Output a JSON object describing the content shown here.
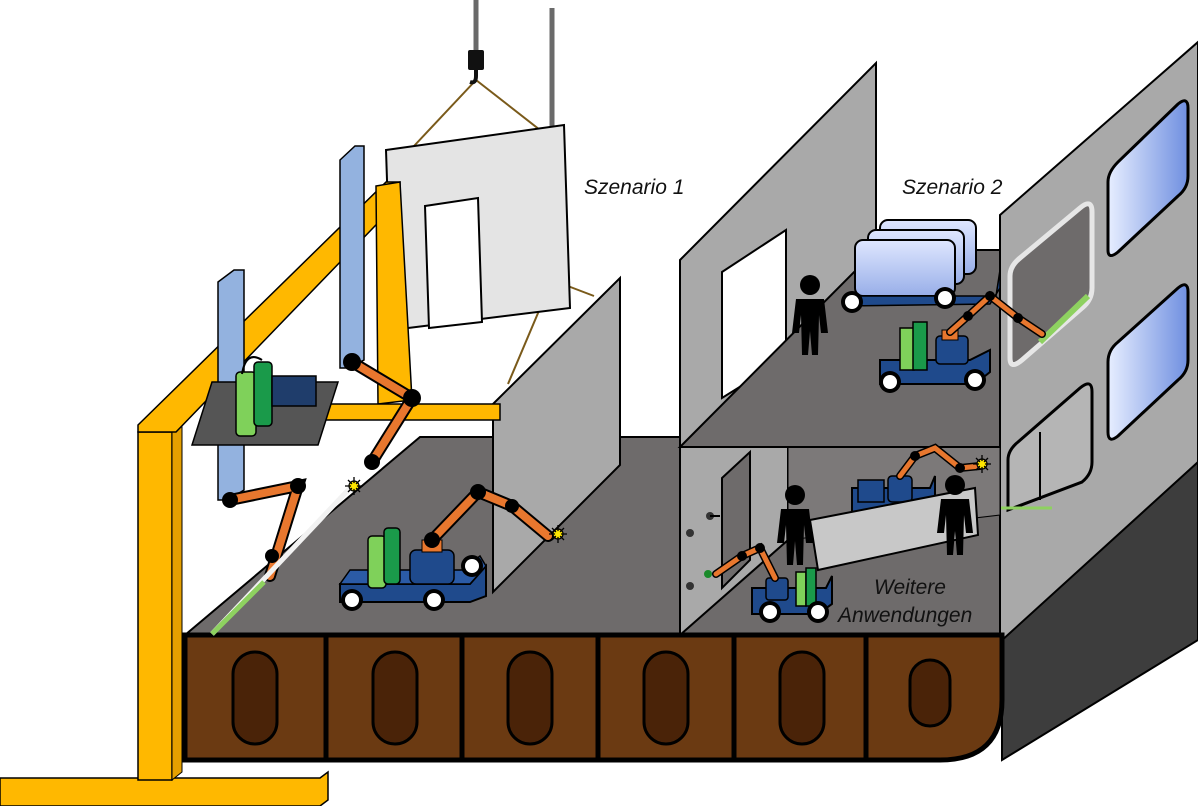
{
  "labels": {
    "scenario1": "Szenario 1",
    "scenario2": "Szenario 2",
    "further_line1": "Weitere",
    "further_line2": "Anwendungen"
  },
  "colors": {
    "gantry": "#FFB800",
    "hull": "#6B3A12",
    "porthole": "#4A2308",
    "deck": "#6E6B6B",
    "hull_side": "#3D3D3D",
    "wall": "#A8A8A8",
    "robot_arm": "#E8772E",
    "robot_base": "#1F4A8C",
    "battery": "#7FD15A",
    "pillar": "#93B2DF",
    "window": "#8AA6E8"
  },
  "icons": [
    "crane-hook-icon",
    "person-icon",
    "welding-spark-icon",
    "robot-arm-icon",
    "mobile-robot-icon",
    "battery-icon",
    "wheel-icon"
  ]
}
